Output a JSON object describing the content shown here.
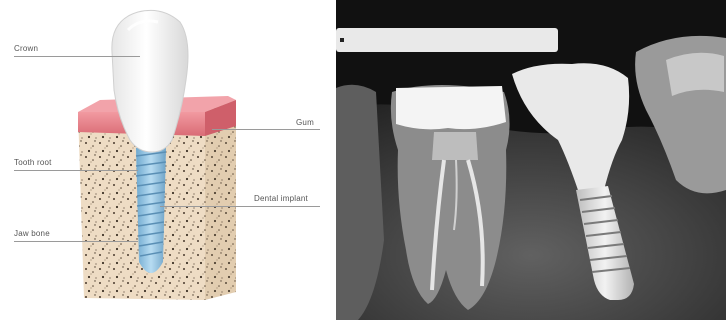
{
  "diagram": {
    "labels": {
      "crown": "Crown",
      "gum": "Gum",
      "tooth_root": "Tooth root",
      "dental_implant": "Dental implant",
      "jaw_bone": "Jaw bone"
    },
    "colors": {
      "bone": "#eedcc4",
      "gum": "#e9838c",
      "crown": "#f4f4f4",
      "implant": "#8fc3e3"
    }
  },
  "xray": {
    "description_icon": "dental-radiograph-image"
  }
}
